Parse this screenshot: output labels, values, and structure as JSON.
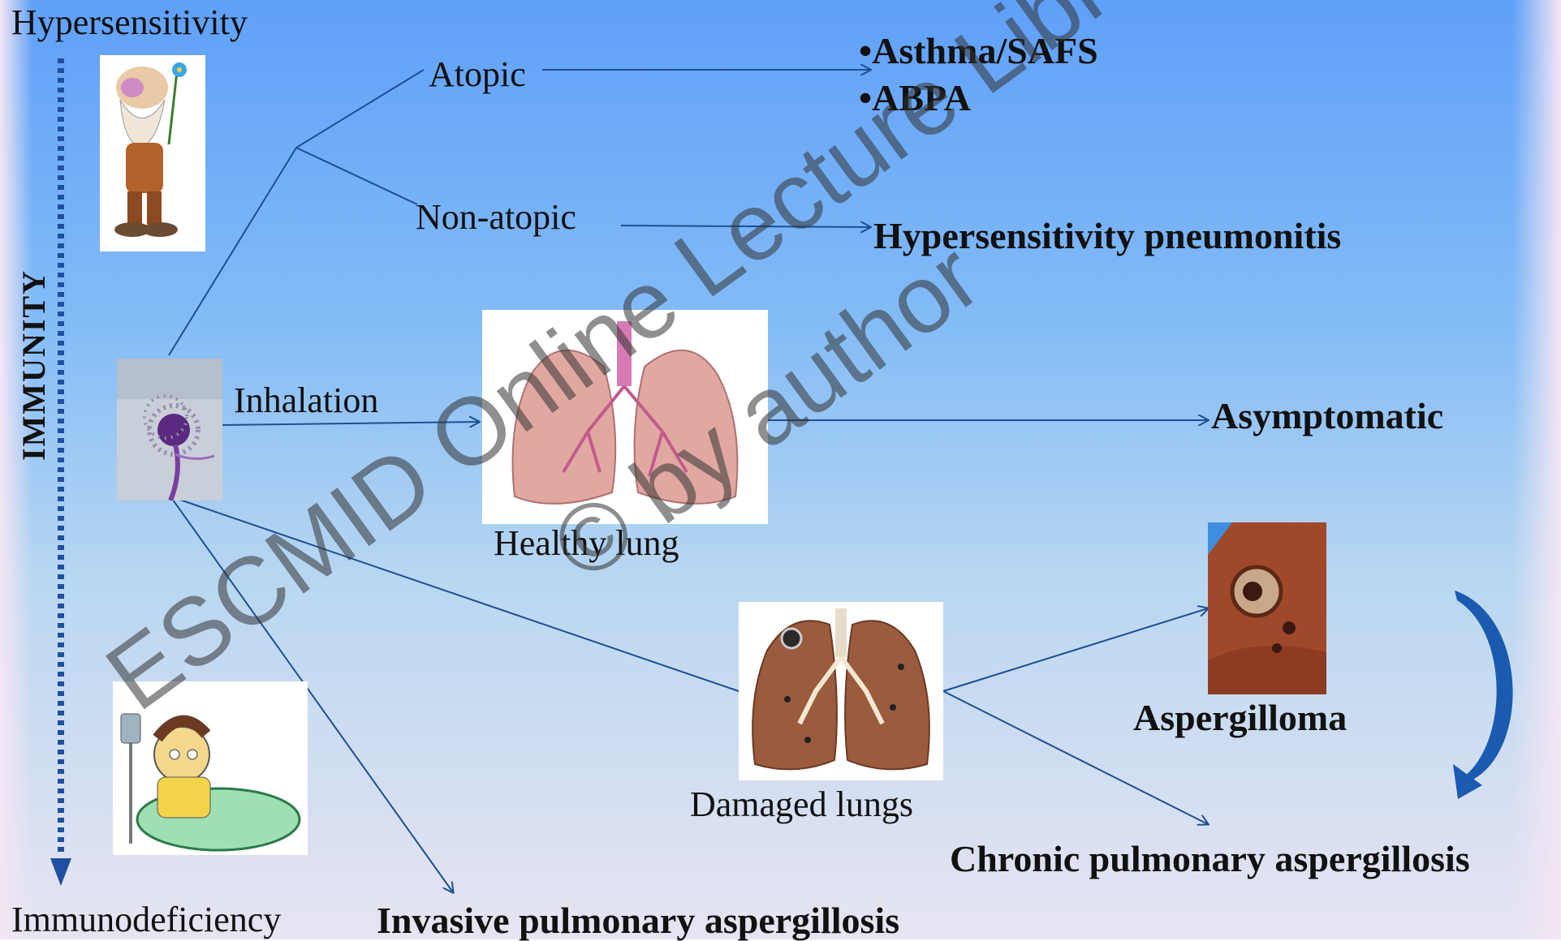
{
  "diagram": {
    "axis": {
      "top_label": "Hypersensitivity",
      "side_label": "IMMUNITY",
      "bottom_label": "Immunodeficiency"
    },
    "branches": {
      "atopic": "Atopic",
      "non_atopic": "Non-atopic",
      "inhalation": "Inhalation"
    },
    "outcomes": {
      "asthma": "•Asthma/SAFS",
      "abpa": "•ABPA",
      "hp": "Hypersensitivity pneumonitis",
      "asymptomatic": "Asymptomatic",
      "aspergilloma": "Aspergilloma",
      "cpa": "Chronic pulmonary aspergillosis",
      "ipa": "Invasive pulmonary aspergillosis"
    },
    "image_captions": {
      "healthy": "Healthy lung",
      "damaged": "Damaged lungs"
    },
    "watermark": {
      "line1": "ESCMID Online Lecture Library",
      "line2": "© by author"
    },
    "colors": {
      "arrow": "#1d4f93",
      "dotted_axis": "#1f4fa0",
      "curved_arrow": "#1a5bb0"
    }
  }
}
